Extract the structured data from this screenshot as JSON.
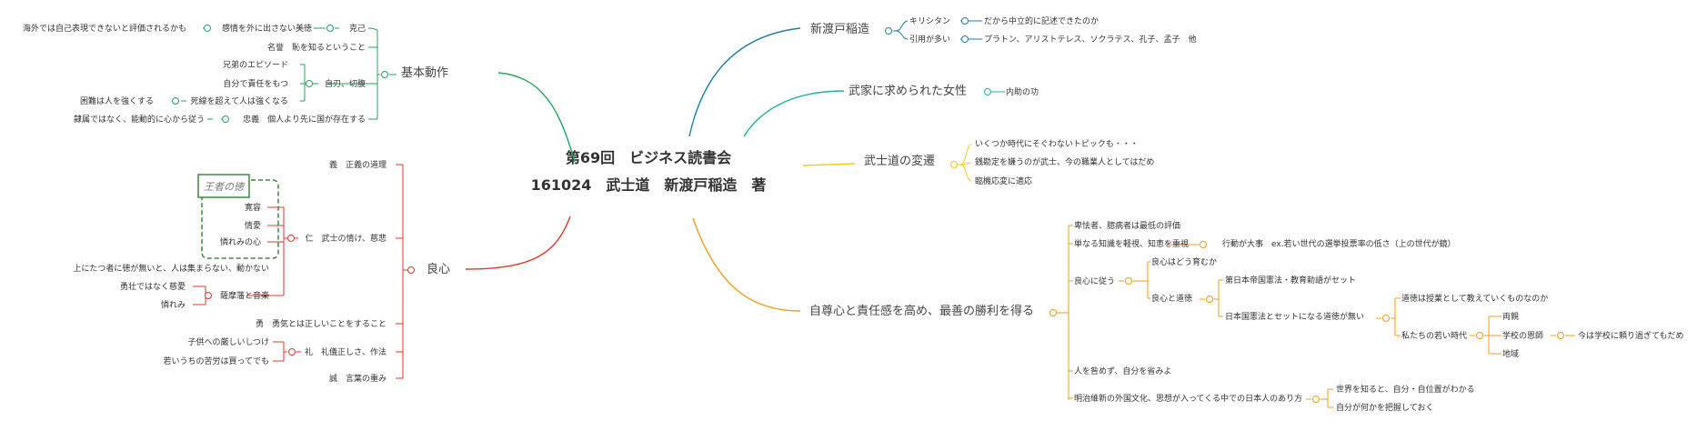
{
  "central_topic": {
    "line1": "第69回　ビジネス読書会",
    "line2": "161024　武士道　新渡戸稲造　著"
  },
  "colors": {
    "teal_blue": "#1f7ea8",
    "teal": "#1bb39a",
    "green": "#23a45c",
    "red": "#e0382b",
    "yellow": "#f2c91f",
    "orange": "#f39c1b",
    "dark_green_box": "#3e8a3e"
  },
  "branches": {
    "nitobe": {
      "label": "新渡戸稲造",
      "items": [
        {
          "label": "キリシタン",
          "children": [
            {
              "label": "だから中立的に記述できたのか"
            }
          ]
        },
        {
          "label": "引用が多い",
          "children": [
            {
              "label": "プラトン、アリストテレス、ソクラテス、孔子、孟子　他"
            }
          ]
        }
      ]
    },
    "women": {
      "label": "武家に求められた女性",
      "items": [
        {
          "label": "内助の功"
        }
      ]
    },
    "change": {
      "label": "武士道の変遷",
      "items": [
        {
          "label": "いくつか時代にそぐわないトピックも・・・"
        },
        {
          "label": "銭勘定を嫌うのが武士、今の職業人としてはだめ"
        },
        {
          "label": "臨機応変に適応"
        }
      ]
    },
    "pride": {
      "label": "自尊心と責任感を高め、最善の勝利を得る",
      "items": [
        {
          "label": "卑怯者、臆病者は最低の評価"
        },
        {
          "label": "単なる知識を軽視、知恵を重視",
          "children": [
            {
              "label": "行動が大事　ex.若い世代の選挙投票率の低さ（上の世代が鏡）"
            }
          ]
        },
        {
          "label": "良心に従う",
          "children": [
            {
              "label": "良心はどう育むか"
            },
            {
              "label": "良心と道徳",
              "children": [
                {
                  "label": "第日本帝国憲法・教育勅語がセット"
                },
                {
                  "label": "日本国憲法とセットになる道徳が無い",
                  "children": [
                    {
                      "label": "道徳は授業として教えていくものなのか"
                    },
                    {
                      "label": "私たちの若い時代",
                      "children": [
                        {
                          "label": "両親"
                        },
                        {
                          "label": "学校の恩師",
                          "children": [
                            {
                              "label": "今は学校に頼り過ぎてもだめ"
                            }
                          ]
                        },
                        {
                          "label": "地域"
                        }
                      ]
                    }
                  ]
                }
              ]
            }
          ]
        },
        {
          "label": "人を咎めず、自分を省みよ"
        },
        {
          "label": "明治維新の外国文化、思想が入ってくる中での日本人のあり方",
          "children": [
            {
              "label": "世界を知ると、自分・自位置がわかる"
            },
            {
              "label": "自分が何かを把握しておく"
            }
          ]
        }
      ]
    },
    "basic": {
      "label": "基本動作",
      "items": [
        {
          "label": "克己",
          "children": [
            {
              "label": "感情を外に出さない美徳",
              "children": [
                {
                  "label": "海外では自己表現できないと評価されるかも"
                }
              ]
            }
          ]
        },
        {
          "label": "名誉　恥を知るということ"
        },
        {
          "label": "自刃、切腹",
          "children": [
            {
              "label": "兄弟のエピソード"
            },
            {
              "label": "自分で責任をもつ"
            },
            {
              "label": "死線を超えて人は強くなる",
              "children": [
                {
                  "label": "困難は人を強くする"
                }
              ]
            }
          ]
        },
        {
          "label": "忠義　個人より先に国が存在する",
          "children": [
            {
              "label": "隷属ではなく、能動的に心から従う"
            }
          ]
        }
      ]
    },
    "conscience": {
      "label": "良心",
      "items": [
        {
          "label": "義　正義の道理"
        },
        {
          "label": "仁　武士の情け、慈悲",
          "children": [
            {
              "label": "寛容"
            },
            {
              "label": "情愛"
            },
            {
              "label": "憐れみの心"
            },
            {
              "label": "上にたつ者に徳が無いと、人は集まらない、動かない"
            },
            {
              "label": "薩摩藩と音楽",
              "children": [
                {
                  "label": "勇壮ではなく慈愛"
                },
                {
                  "label": "憐れみ"
                }
              ]
            }
          ]
        },
        {
          "label": "勇　勇気とは正しいことをすること"
        },
        {
          "label": "礼　礼儀正しさ、作法",
          "children": [
            {
              "label": "子供への厳しいしつけ"
            },
            {
              "label": "若いうちの苦労は買ってでも"
            }
          ]
        },
        {
          "label": "誠　言葉の重み"
        }
      ],
      "boundary_label": "王者の徳"
    }
  }
}
